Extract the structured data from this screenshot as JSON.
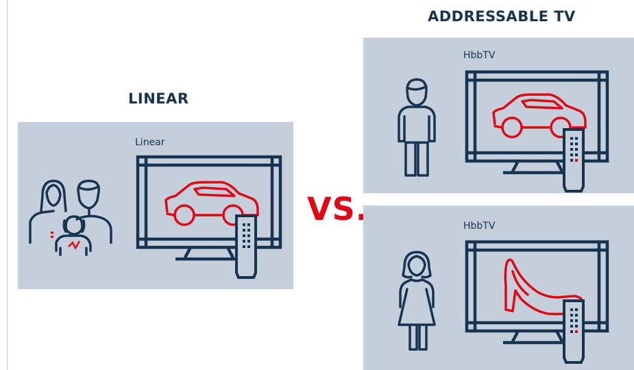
{
  "headings": {
    "linear": "LINEAR",
    "addressable": "ADDRESSABLE TV"
  },
  "vs_label": "VS.",
  "panels": {
    "linear": {
      "label": "Linear"
    },
    "addressable_top": {
      "label": "HbbTV"
    },
    "addressable_bottom": {
      "label": "HbbTV"
    }
  },
  "icons": {
    "linear_audience": "family-icon",
    "linear_ad": "car-icon",
    "top_audience": "man-icon",
    "top_ad": "car-icon",
    "bottom_audience": "woman-icon",
    "bottom_ad": "high-heel-shoe-icon",
    "tv": "tv-icon",
    "remote": "remote-control-icon"
  },
  "colors": {
    "navy": "#16344f",
    "red": "#e30613",
    "panel": "#c5cfdc"
  }
}
